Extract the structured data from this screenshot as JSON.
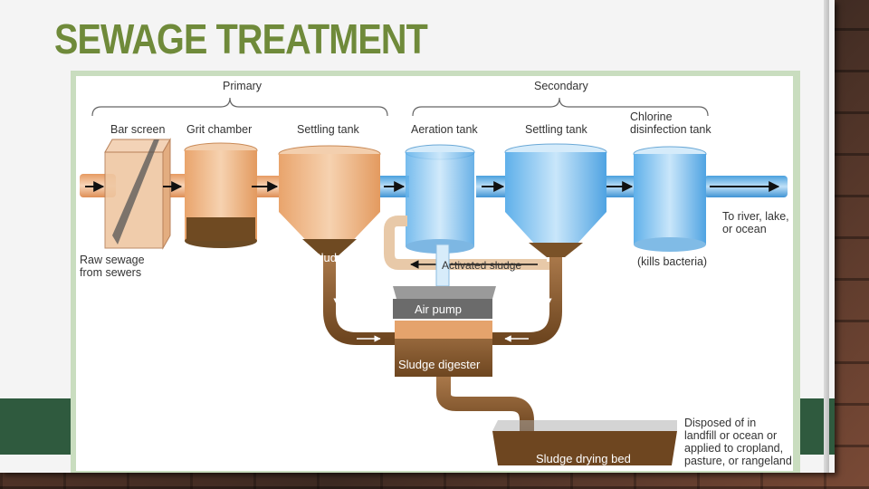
{
  "slide": {
    "title": "SEWAGE TREATMENT"
  },
  "diagram": {
    "groups": {
      "primary": "Primary",
      "secondary": "Secondary"
    },
    "stages": {
      "bar_screen": "Bar screen",
      "grit_chamber": "Grit chamber",
      "settling_tank_1": "Settling tank",
      "aeration_tank": "Aeration tank",
      "settling_tank_2": "Settling tank",
      "chlorine_line1": "Chlorine",
      "chlorine_line2": "disinfection tank"
    },
    "labels": {
      "raw_sewage_1": "Raw sewage",
      "raw_sewage_2": "from sewers",
      "outflow_1": "To river, lake,",
      "outflow_2": "or ocean",
      "sludge": "Sludge",
      "activated_sludge": "Activated sludge",
      "kills_bacteria": "(kills bacteria)",
      "air_pump": "Air pump",
      "sludge_digester": "Sludge digester",
      "sludge_drying_bed": "Sludge drying bed",
      "disposed_1": "Disposed of in",
      "disposed_2": "landfill or ocean or",
      "disposed_3": "applied to cropland,",
      "disposed_4": "pasture, or rangeland"
    },
    "colors": {
      "title": "#6f8a3a",
      "sludge_pipe": "#8a5a2e",
      "water_pipe": "#5aa8e0",
      "raw_pipe": "#e8a87a",
      "green_band": "#2f5a3e"
    }
  }
}
